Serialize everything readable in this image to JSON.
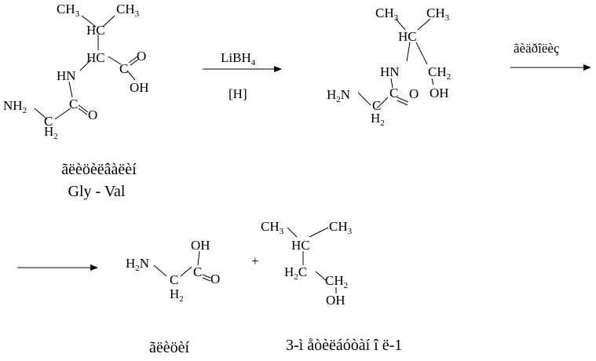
{
  "colors": {
    "ink": "#000000",
    "background": "#ffffff"
  },
  "molecule1": {
    "ch3_left": "CH",
    "ch3_left_sub": "3",
    "ch3_right": "CH",
    "ch3_right_sub": "3",
    "hc_upper": "HC",
    "hc_alpha": "HC",
    "carboxyl_c": "C",
    "carboxyl_o": "O",
    "carboxyl_oh": "OH",
    "amide_nh": "HN",
    "amide_c": "C",
    "amide_o": "O",
    "amine": "NH",
    "amine_sub": "2",
    "ch2": "H",
    "ch2_sub": "2",
    "ch2_c": "C"
  },
  "caption1": {
    "line1": "ãëèöèëâàëèí",
    "line2": "Gly - Val"
  },
  "arrow1": {
    "reagent": "LiBH",
    "reagent_sub": "4",
    "condition": "[H]"
  },
  "molecule2": {
    "ch3_left": "CH",
    "ch3_left_sub": "3",
    "ch3_right": "CH",
    "ch3_right_sub": "3",
    "hc_upper": "HC",
    "amide_nh": "HN",
    "amide_c": "C",
    "amide_o": "O",
    "ch2oh_c": "CH",
    "ch2oh_sub": "2",
    "oh": "OH",
    "amine": "H",
    "amine_sub": "2",
    "amine_n": "N",
    "ch2_h": "H",
    "ch2_sub": "2",
    "ch2_c": "C"
  },
  "arrow2": {
    "label": "ãèäðîëèç"
  },
  "molecule3": {
    "amine": "H",
    "amine_sub": "2",
    "amine_n": "N",
    "carboxyl_c": "C",
    "carboxyl_o": "O",
    "carboxyl_oh": "OH",
    "ch2_h": "H",
    "ch2_sub": "2",
    "ch2_c": "C"
  },
  "plus": {
    "label": "+"
  },
  "molecule4": {
    "ch3_left": "CH",
    "ch3_left_sub": "3",
    "ch3_right": "CH",
    "ch3_right_sub": "3",
    "hc": "HC",
    "h2c": "H",
    "h2c_sub": "2",
    "h2c_c": "C",
    "ch2": "CH",
    "ch2_sub": "2",
    "oh": "OH"
  },
  "caption3": {
    "label": "ãëèöèí"
  },
  "caption4": {
    "label": "3-ì åòèëáóòàí î ë-1"
  }
}
